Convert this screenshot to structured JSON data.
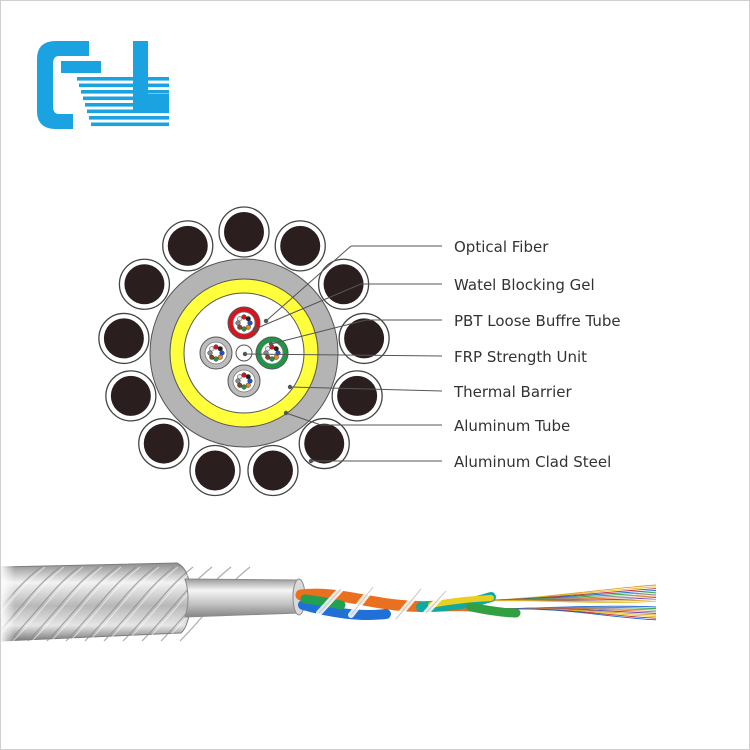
{
  "logo": {
    "name": "company-logo",
    "color": "#1aa3e0"
  },
  "diagram": {
    "labels": [
      {
        "id": "optical-fiber",
        "text": "Optical Fiber"
      },
      {
        "id": "water-blocking-gel",
        "text": "Watel Blocking Gel"
      },
      {
        "id": "pbt-loose-buffer-tube",
        "text": "PBT Loose Buffre Tube"
      },
      {
        "id": "frp-strength-unit",
        "text": "FRP Strength Unit"
      },
      {
        "id": "thermal-barrier",
        "text": "Thermal Barrier"
      },
      {
        "id": "aluminum-tube",
        "text": "Aluminum Tube"
      },
      {
        "id": "aluminum-clad-steel",
        "text": "Aluminum Clad Steel"
      }
    ],
    "colors": {
      "wire_fill": "#2a1e1e",
      "aluminum_tube": "#b4b4b4",
      "thermal_barrier": "#ffff3c",
      "gel": "#ffffff",
      "tube_red": "#d8141e",
      "tube_green": "#1e9646",
      "tube_grey": "#bdbdbd",
      "leader_line": "#555555"
    }
  }
}
